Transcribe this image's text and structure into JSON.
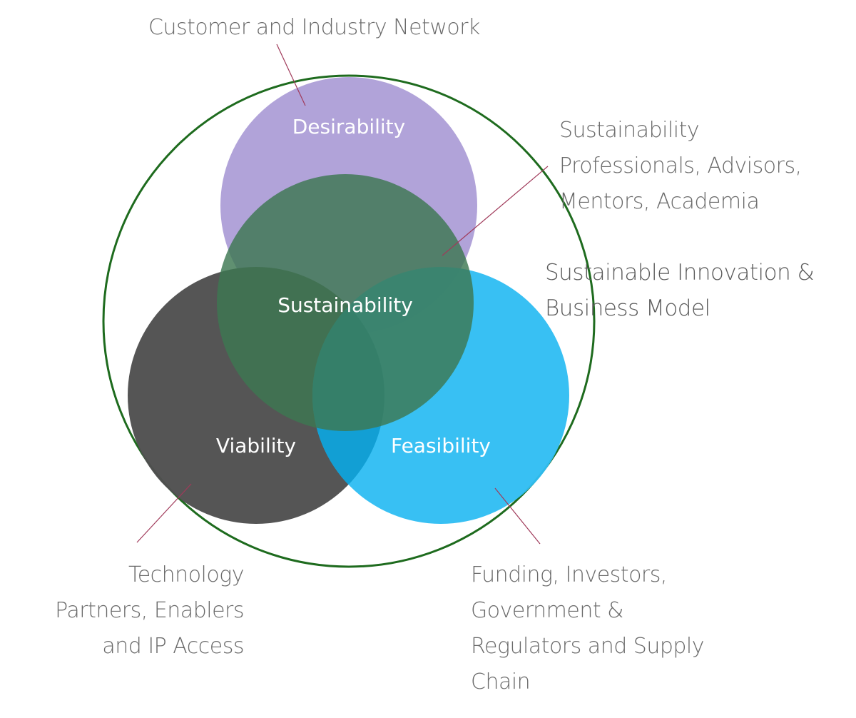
{
  "colors": {
    "desirability": "#b1a3d9",
    "viability": "#505050",
    "feasibility": "#30bdf2",
    "sustainability": "#3d7852",
    "outer_ring": "#1e6b1e",
    "leader_line": "#a03a5a",
    "label_text": "#6a6a6a"
  },
  "circles": {
    "desirability": "Desirability",
    "viability": "Viability",
    "feasibility": "Feasibility",
    "sustainability": "Sustainability"
  },
  "labels": {
    "customer": "Customer and Industry Network",
    "professionals": "Sustainability\nProfessionals, Advisors,\nMentors, Academia",
    "innovation": "Sustainable Innovation &\nBusiness Model",
    "technology": "Technology\nPartners, Enablers\nand IP Access",
    "funding": "Funding, Investors,\nGovernment &\nRegulators and Supply\nChain"
  }
}
